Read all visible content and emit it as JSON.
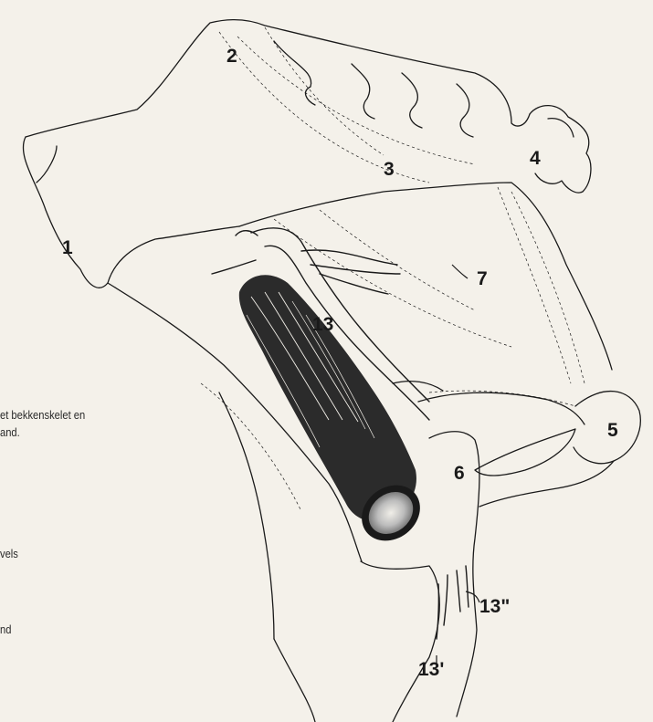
{
  "caption": {
    "line1": "et bekkenskelet en",
    "line2": "and.",
    "line3": "vels",
    "line4": "nd"
  },
  "labels": [
    "1",
    "2",
    "3",
    "4",
    "5",
    "6",
    "7",
    "13",
    "13\"",
    "13'"
  ],
  "colors": {
    "paper": "#f4f1ea",
    "ink": "#1a1a1a",
    "muscle": "#2b2b2b"
  }
}
